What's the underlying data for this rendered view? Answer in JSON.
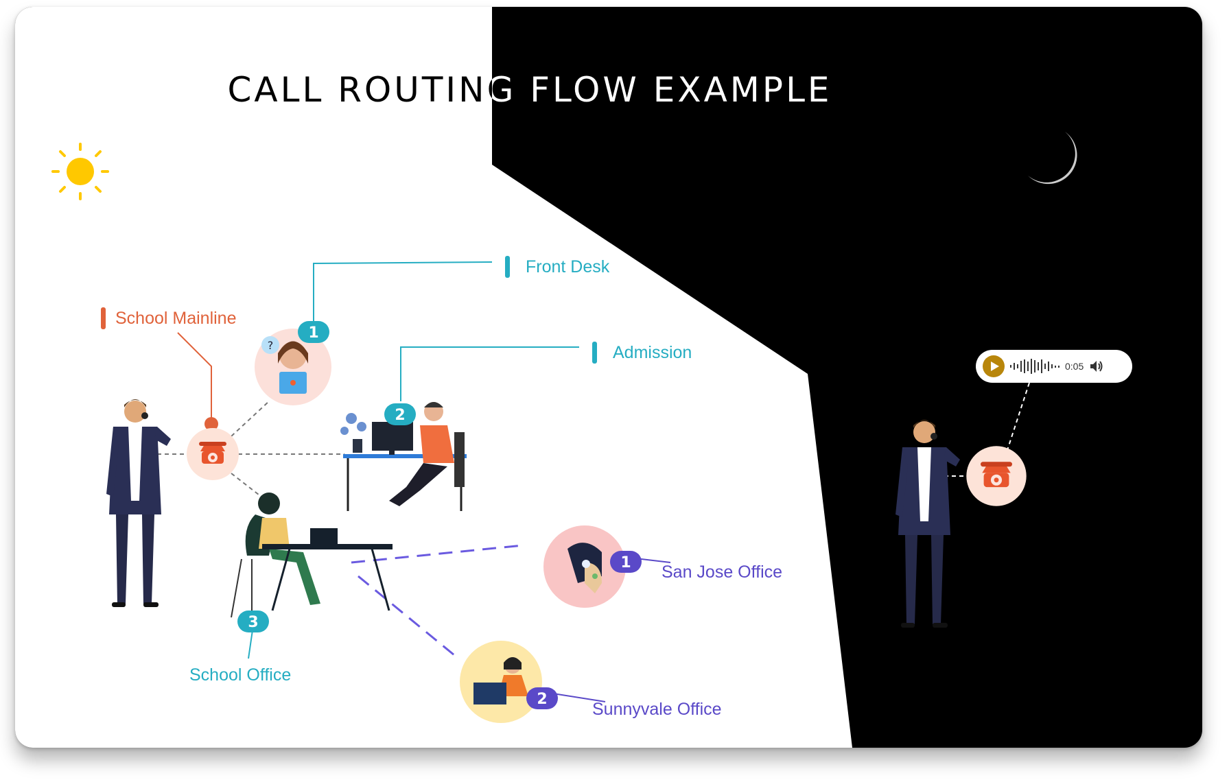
{
  "title": "CALL ROUTING FLOW EXAMPLE",
  "labels": {
    "school_mainline": "School Mainline",
    "front_desk": "Front Desk",
    "admission": "Admission",
    "school_office": "School Office",
    "san_jose_office": "San Jose Office",
    "sunnyvale_office": "Sunnyvale Office"
  },
  "badges": {
    "front_desk": "1",
    "admission": "2",
    "school_office": "3",
    "san_jose": "1",
    "sunnyvale": "2"
  },
  "audio_player": {
    "time": "0:05"
  },
  "icons": [
    "sun-icon",
    "moon-icon",
    "phone-icon",
    "play-icon",
    "volume-icon"
  ],
  "colors": {
    "teal": "#25adc2",
    "orange": "#e0623a",
    "purple": "#5a49c8",
    "sun": "#ffc800",
    "moon": "#cccccc",
    "phone_circle": "#fde3d8",
    "audio_play": "#b8860b"
  }
}
